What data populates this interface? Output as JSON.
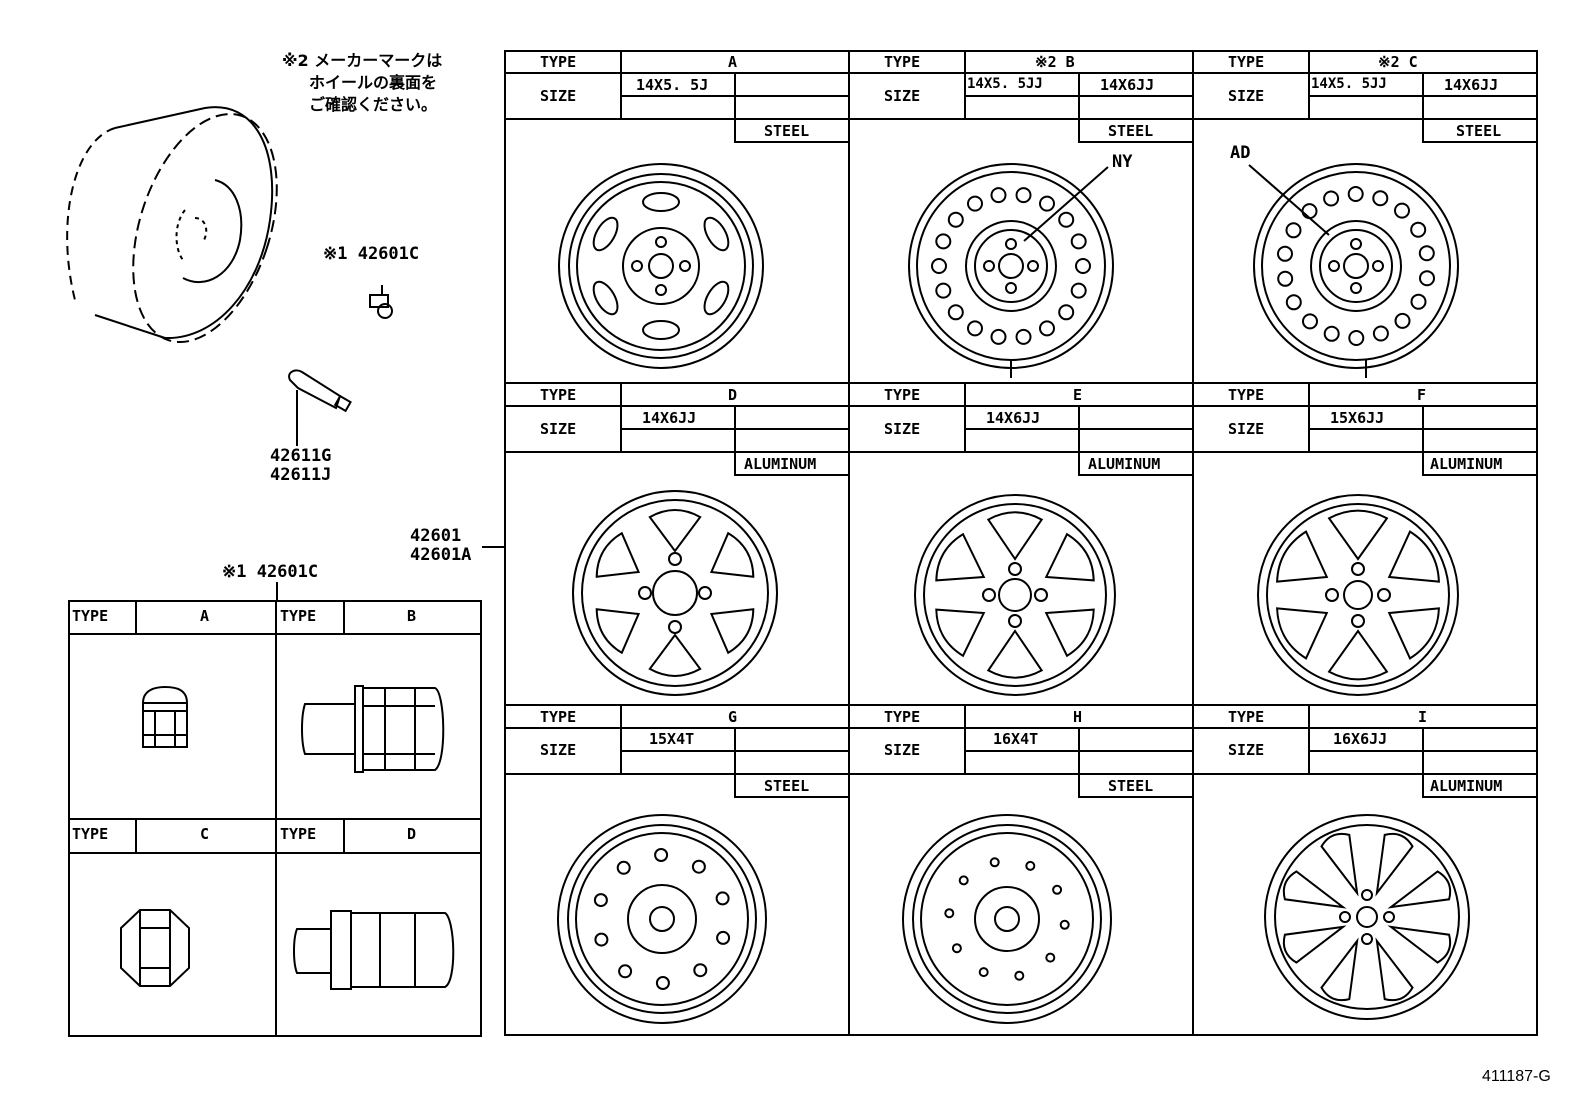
{
  "notes": {
    "note2_line1": "※2 メーカーマークは",
    "note2_line2": "ホイールの裏面を",
    "note2_line3": "ご確認ください。"
  },
  "parts": {
    "nut_callout": "※1 42601C",
    "valve_1": "42611G",
    "valve_2": "42611J",
    "wheel_1": "42601",
    "wheel_2": "42601A",
    "nut_table_title": "※1 42601C"
  },
  "headers": {
    "type": "TYPE",
    "size": "SIZE"
  },
  "nut_table": [
    {
      "type_label": "TYPE",
      "type": "A"
    },
    {
      "type_label": "TYPE",
      "type": "B"
    },
    {
      "type_label": "TYPE",
      "type": "C"
    },
    {
      "type_label": "TYPE",
      "type": "D"
    }
  ],
  "wheels": [
    {
      "type": "A",
      "size1": "14X5. 5J",
      "size2": "",
      "material": "STEEL",
      "callout": ""
    },
    {
      "type": "※2 B",
      "size1": "14X5. 5JJ",
      "size2": "14X6JJ",
      "material": "STEEL",
      "callout": "NY"
    },
    {
      "type": "※2 C",
      "size1": "14X5. 5JJ",
      "size2": "14X6JJ",
      "material": "STEEL",
      "callout": "AD"
    },
    {
      "type": "D",
      "size1": "14X6JJ",
      "size2": "",
      "material": "ALUMINUM",
      "callout": ""
    },
    {
      "type": "E",
      "size1": "14X6JJ",
      "size2": "",
      "material": "ALUMINUM",
      "callout": ""
    },
    {
      "type": "F",
      "size1": "15X6JJ",
      "size2": "",
      "material": "ALUMINUM",
      "callout": ""
    },
    {
      "type": "G",
      "size1": "15X4T",
      "size2": "",
      "material": "STEEL",
      "callout": ""
    },
    {
      "type": "H",
      "size1": "16X4T",
      "size2": "",
      "material": "STEEL",
      "callout": ""
    },
    {
      "type": "I",
      "size1": "16X6JJ",
      "size2": "",
      "material": "ALUMINUM",
      "callout": ""
    }
  ],
  "figure_id": "411187-G"
}
